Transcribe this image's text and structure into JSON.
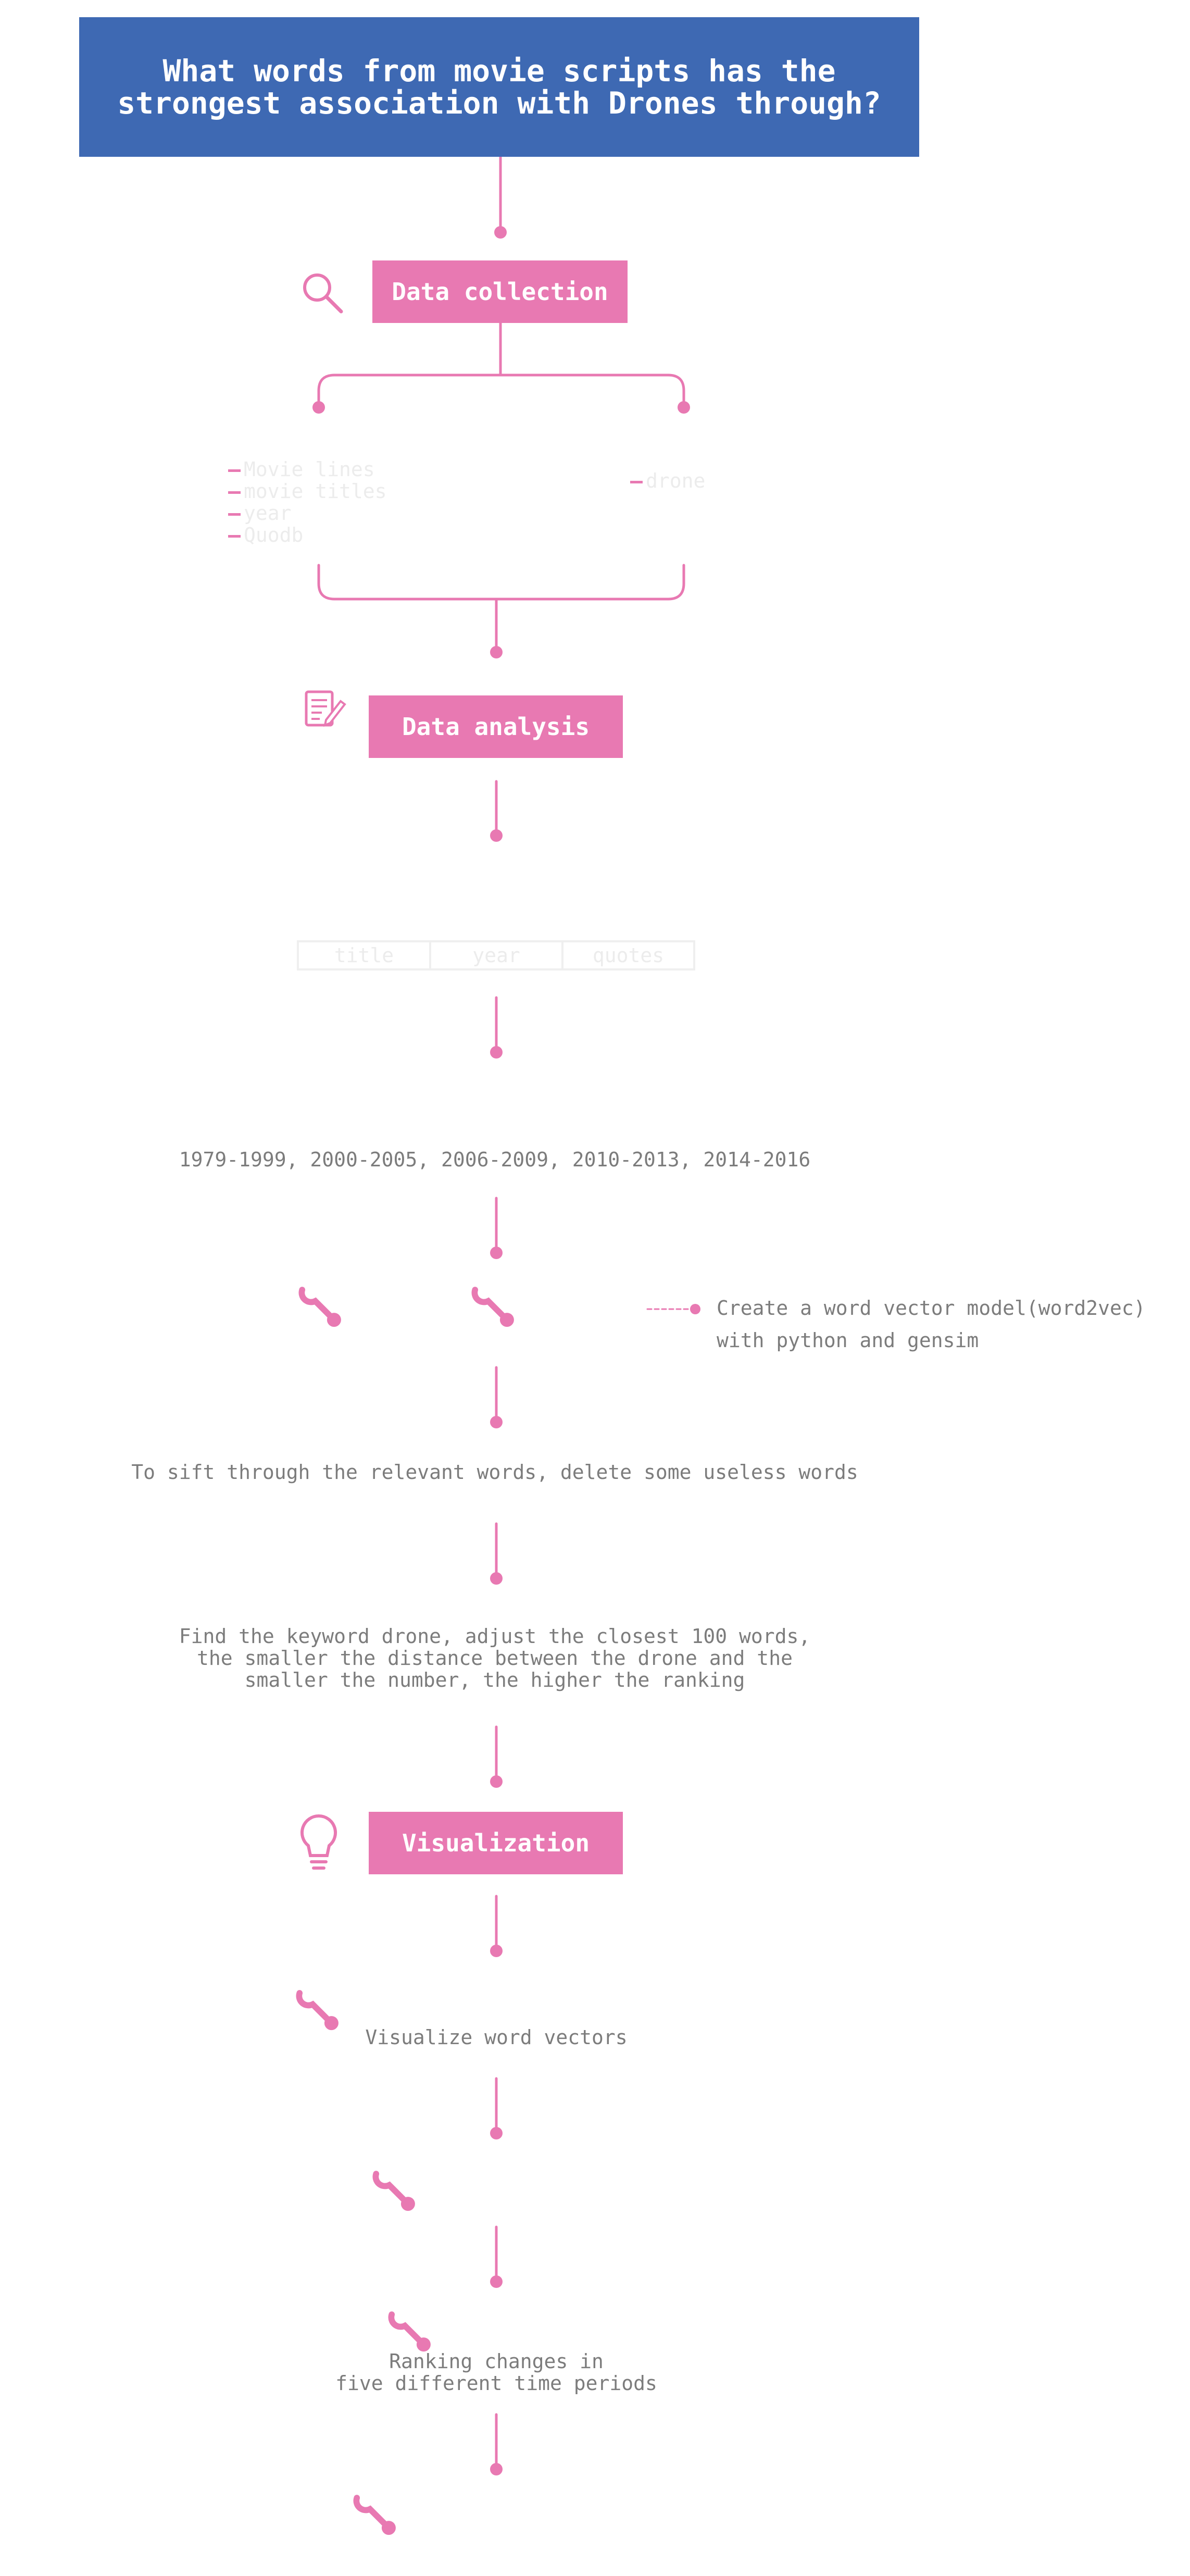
{
  "title": "What words from movie scripts has the strongest association with Drones through?",
  "steps": {
    "collection": "Data collection",
    "analysis": "Data analysis",
    "visualization": "Visualization"
  },
  "collection_left": [
    "Movie lines",
    "movie titles",
    "year",
    "Quodb"
  ],
  "collection_right": "drone",
  "table_headers": [
    "title",
    "year",
    "quotes"
  ],
  "periods": "1979-1999, 2000-2005, 2006-2009, 2010-2013, 2014-2016",
  "word2vec_note_line1": "Create a word vector model(word2vec)",
  "word2vec_note_line2": "with python and gensim",
  "sift_note": "To sift through the relevant words, delete some useless words",
  "keyword_note": [
    "Find the keyword drone, adjust the closest 100 words,",
    "the smaller the distance between the drone and the",
    "smaller the number, the higher the ranking"
  ],
  "visualize_note": "Visualize word vectors",
  "ranking_note": [
    "Ranking changes in",
    "five different time periods"
  ],
  "icons": [
    "search-icon",
    "document-edit-icon",
    "lightbulb-icon",
    "wrench-icon"
  ],
  "colors": {
    "title_bg": "#3e69b3",
    "accent": "#e879b2",
    "text_gray": "#7c7c7c",
    "muted": "#ececec"
  }
}
